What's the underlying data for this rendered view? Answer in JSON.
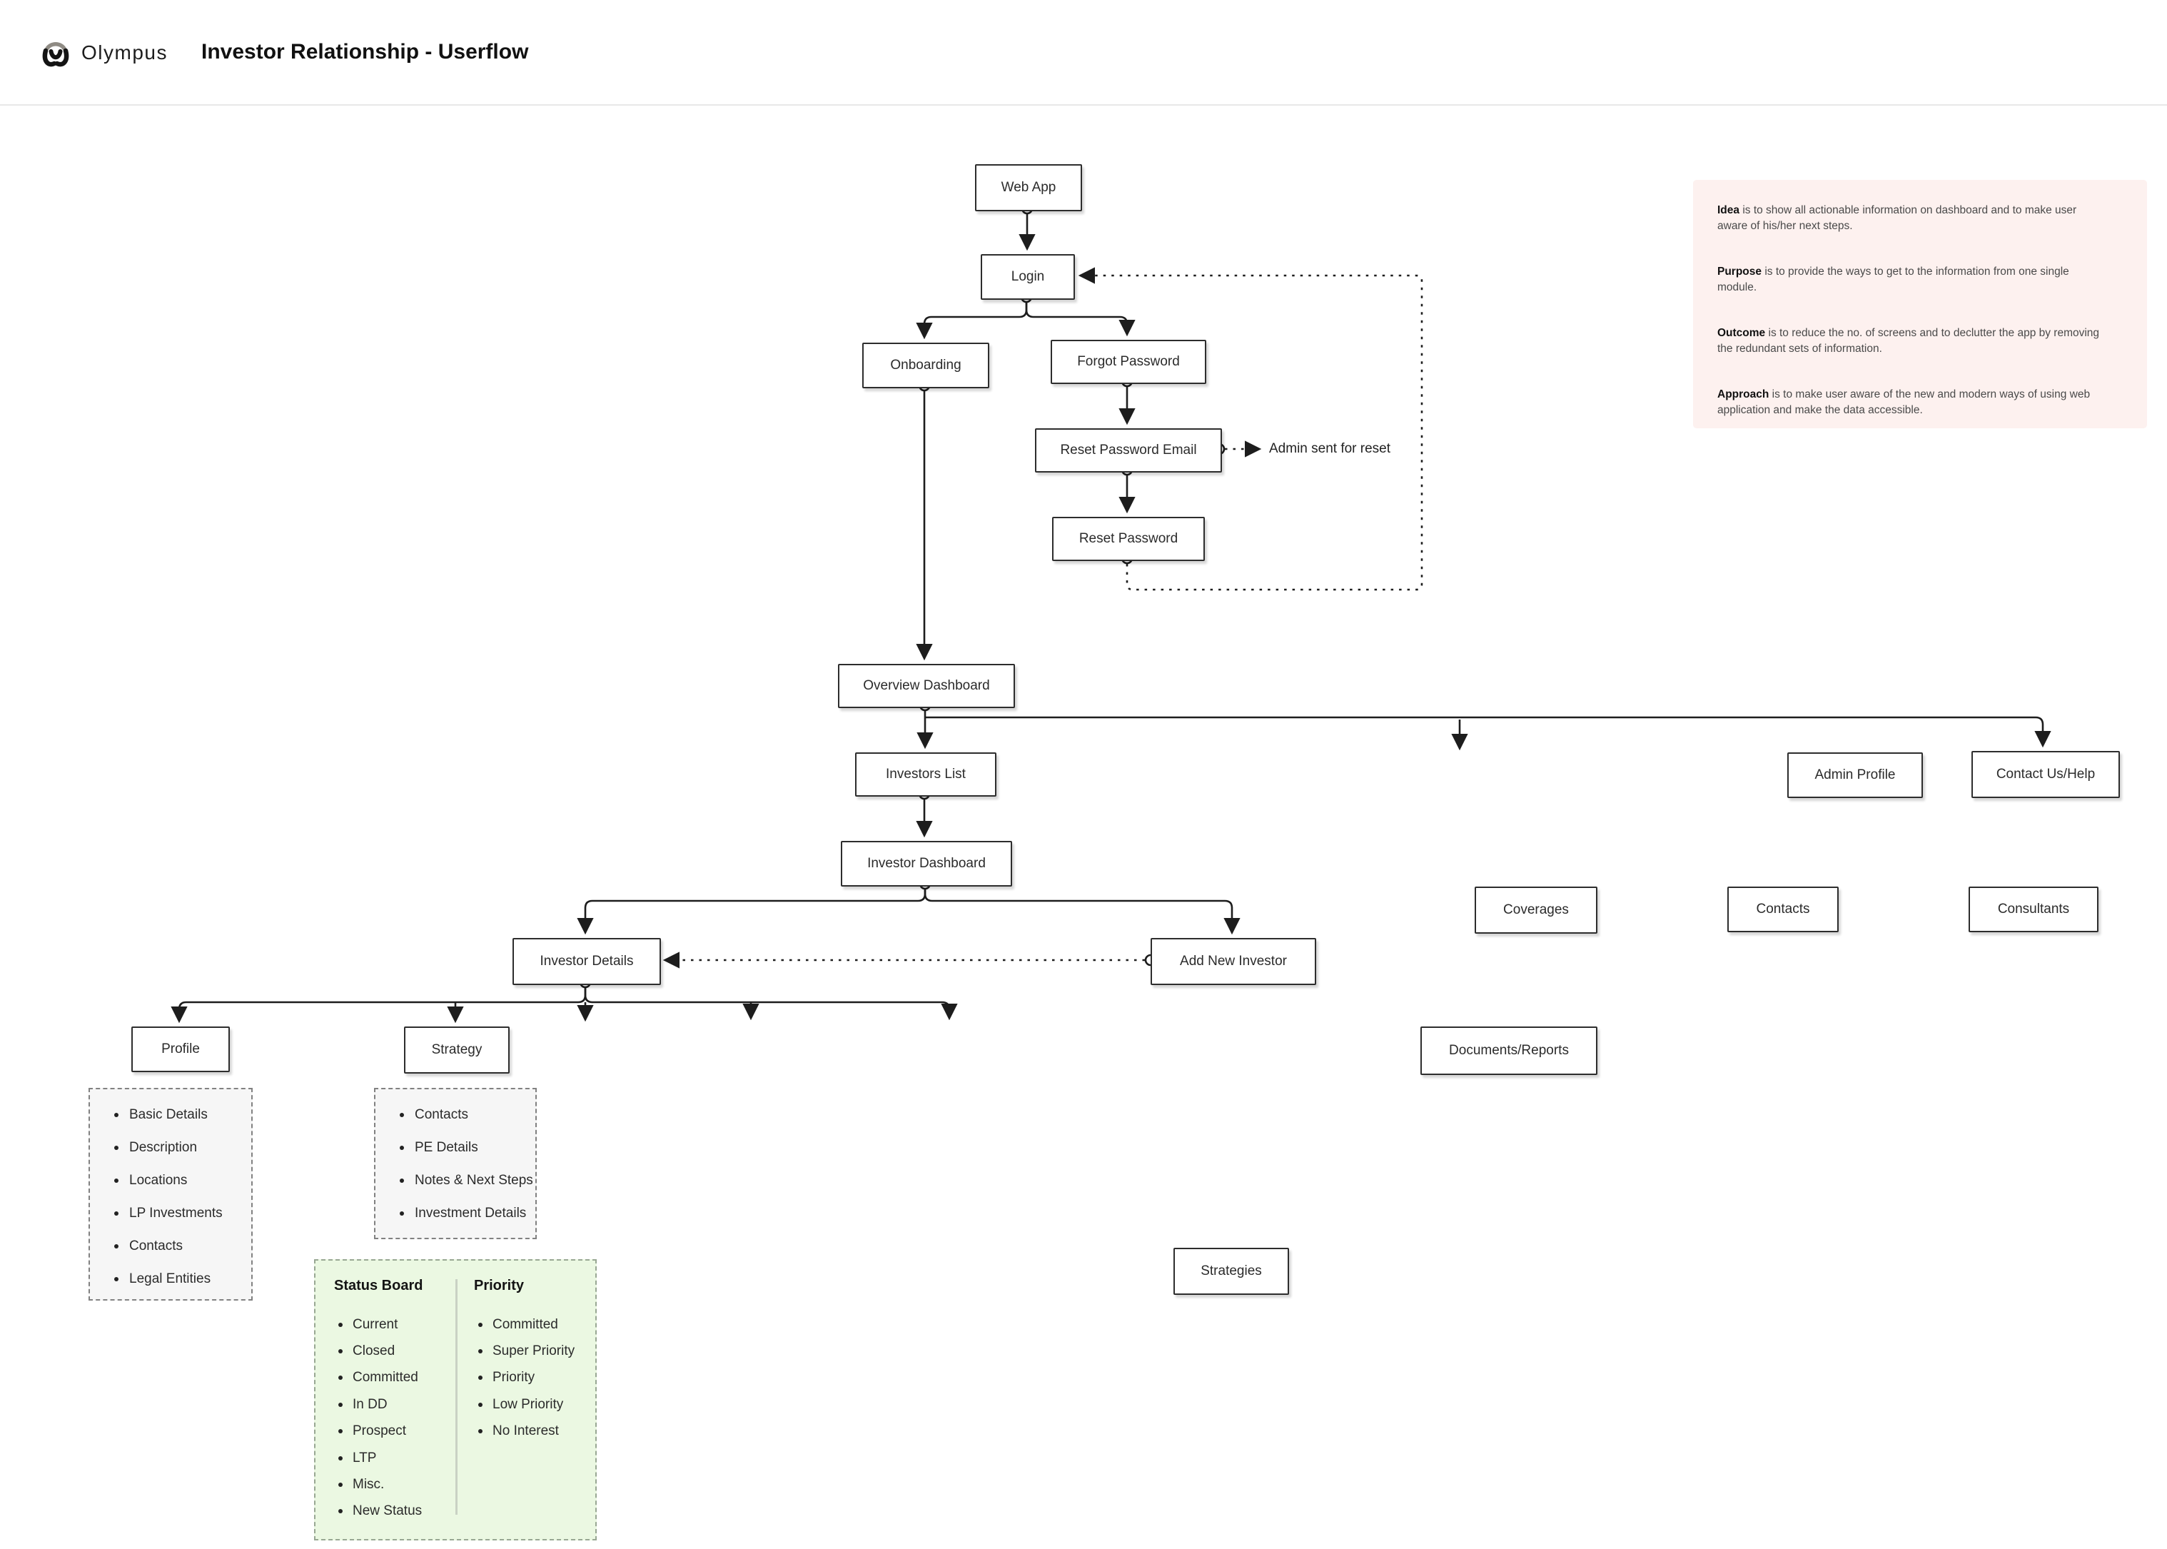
{
  "header": {
    "brand": "Olympus",
    "title": "Investor Relationship - Userflow"
  },
  "nodes": {
    "web_app": "Web App",
    "login": "Login",
    "onboarding": "Onboarding",
    "forgot_password": "Forgot Password",
    "reset_password_email": "Reset Password Email",
    "reset_password": "Reset Password",
    "overview_dashboard": "Overview Dashboard",
    "investors_list": "Investors List",
    "investor_dashboard": "Investor Dashboard",
    "admin_profile": "Admin Profile",
    "contact_us_help": "Contact Us/Help",
    "coverages": "Coverages",
    "contacts": "Contacts",
    "consultants": "Consultants",
    "investor_details": "Investor Details",
    "add_new_investor": "Add New Investor",
    "profile": "Profile",
    "strategy": "Strategy",
    "documents_reports": "Documents/Reports",
    "strategies": "Strategies"
  },
  "annotations": {
    "admin_sent_for_reset": "Admin sent for reset"
  },
  "note_panel": {
    "background": "#fdf1ef",
    "items": [
      {
        "term": "Idea",
        "text": " is to show all actionable information on dashboard and to make user aware of his/her next steps."
      },
      {
        "term": "Purpose",
        "text": " is to provide the ways to get to the information from one single module."
      },
      {
        "term": "Outcome",
        "text": " is to reduce the no. of screens and to declutter the app by removing the redundant sets of information."
      },
      {
        "term": "Approach",
        "text": " is to make user aware of the new and modern ways of using web application and make the data accessible."
      }
    ]
  },
  "profile_details": {
    "items": [
      "Basic Details",
      "Description",
      "Locations",
      "LP Investments",
      "Contacts",
      "Legal Entities"
    ]
  },
  "strategy_details": {
    "items": [
      "Contacts",
      "PE Details",
      "Notes & Next Steps",
      "Investment Details"
    ]
  },
  "status_board": {
    "title": "Status Board",
    "items": [
      "Current",
      "Closed",
      "Committed",
      "In DD",
      "Prospect",
      "LTP",
      "Misc.",
      "New Status"
    ]
  },
  "priority": {
    "title": "Priority",
    "items": [
      "Committed",
      "Super Priority",
      "Priority",
      "Low Priority",
      "No Interest"
    ]
  },
  "colors": {
    "node_border": "#2d2d2d",
    "connector": "#1d1d1d",
    "note_background": "#fdf1ef",
    "board_background": "#ebf8e2",
    "list_background": "#f6f6f6"
  }
}
